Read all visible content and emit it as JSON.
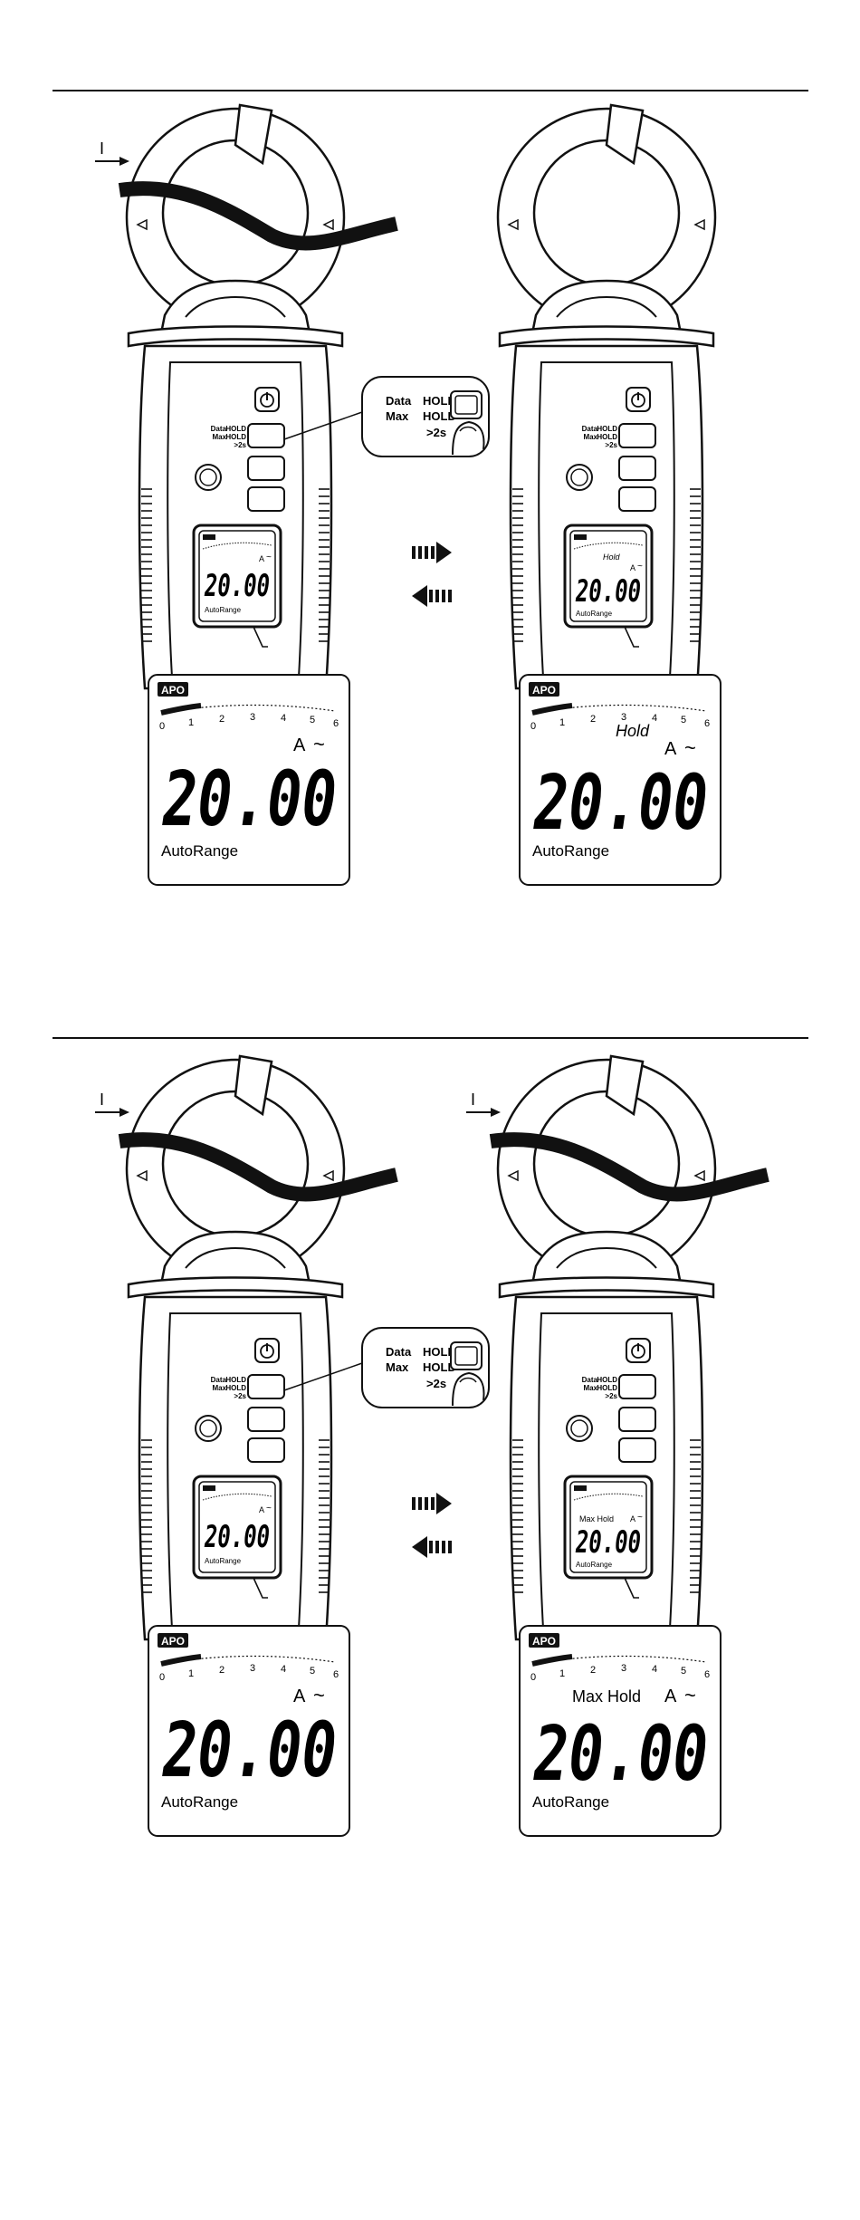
{
  "figures": [
    {
      "left": {
        "current_label": "I",
        "button_callout": {
          "row1": "Data",
          "row1b": "HOLD",
          "row2": "Max",
          "row2b": "HOLD",
          "row3": ">2s"
        },
        "button_side_label": {
          "row1": "Data HOLD",
          "row2": "Max HOLD",
          "row3": ">2s"
        },
        "lcd": {
          "apo": "APO",
          "scale_ticks": [
            "0",
            "1",
            "2",
            "3",
            "4",
            "5",
            "6"
          ],
          "unit": "A",
          "ac_symbol": "~",
          "mode": "",
          "reading": "20.00",
          "range": "AutoRange"
        }
      },
      "right": {
        "current_label": "",
        "button_side_label": {
          "row1": "Data HOLD",
          "row2": "Max HOLD",
          "row3": ">2s"
        },
        "lcd": {
          "apo": "APO",
          "scale_ticks": [
            "0",
            "1",
            "2",
            "3",
            "4",
            "5",
            "6"
          ],
          "unit": "A",
          "ac_symbol": "~",
          "mode": "Hold",
          "reading": "20.00",
          "range": "AutoRange"
        }
      }
    },
    {
      "left": {
        "current_label": "I",
        "button_callout": {
          "row1": "Data",
          "row1b": "HOLD",
          "row2": "Max",
          "row2b": "HOLD",
          "row3": ">2s"
        },
        "button_side_label": {
          "row1": "Data HOLD",
          "row2": "Max HOLD",
          "row3": ">2s"
        },
        "lcd": {
          "apo": "APO",
          "scale_ticks": [
            "0",
            "1",
            "2",
            "3",
            "4",
            "5",
            "6"
          ],
          "unit": "A",
          "ac_symbol": "~",
          "mode": "",
          "reading": "20.00",
          "range": "AutoRange"
        }
      },
      "right": {
        "current_label": "I",
        "button_side_label": {
          "row1": "Data HOLD",
          "row2": "Max HOLD",
          "row3": ">2s"
        },
        "lcd": {
          "apo": "APO",
          "scale_ticks": [
            "0",
            "1",
            "2",
            "3",
            "4",
            "5",
            "6"
          ],
          "unit": "A",
          "ac_symbol": "~",
          "mode": "Max Hold",
          "reading": "20.00",
          "range": "AutoRange"
        }
      }
    }
  ],
  "transition_icons": [
    "arrow-right-dashed-icon",
    "arrow-left-dashed-icon"
  ]
}
